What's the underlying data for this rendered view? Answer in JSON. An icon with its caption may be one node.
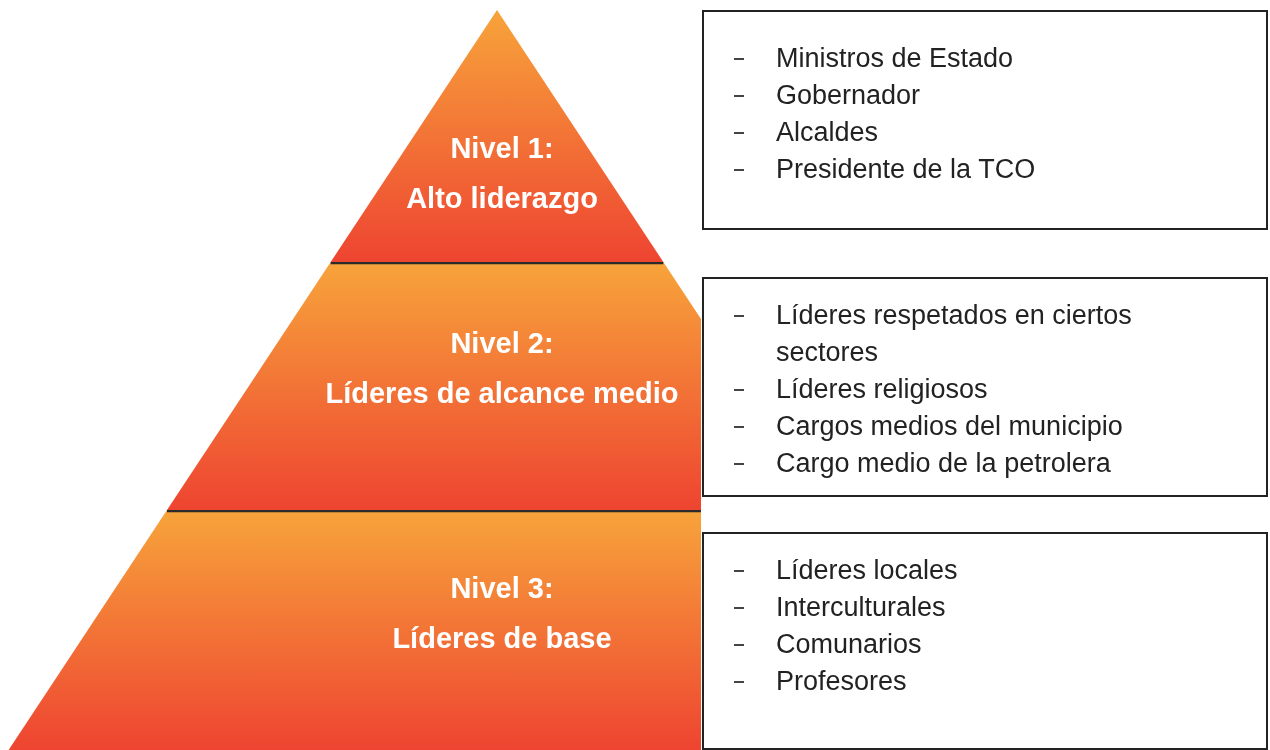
{
  "diagram": {
    "nodes": [
      {
        "text": [
          "Nivel 1:",
          "Alto liderazgo"
        ]
      },
      {
        "text": [
          "Nivel 2:",
          "Líderes de alcance medio"
        ]
      },
      {
        "text": [
          "Nivel 3:",
          "Líderes de base"
        ]
      },
      {
        "text": [
          "Ministros de Estado",
          "Gobernador",
          "Alcaldes",
          "Presidente de la TCO"
        ]
      },
      {
        "text": [
          "Líderes respetados en ciertos sectores",
          "Líderes religiosos",
          "Cargos medios del municipio",
          "Cargo medio de la petrolera"
        ]
      },
      {
        "text": [
          "Líderes locales",
          "Interculturales",
          "Comunarios",
          "Profesores"
        ]
      }
    ],
    "edges": []
  }
}
